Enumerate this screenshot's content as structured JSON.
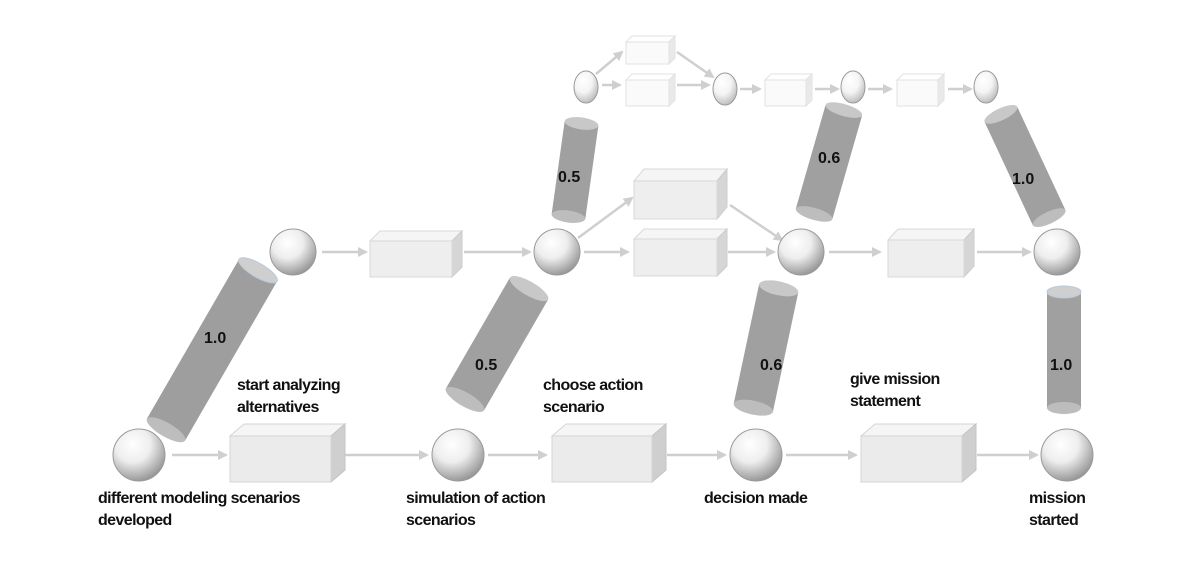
{
  "cylinder_values": [
    "1.0",
    "0.5",
    "0.6",
    "1.0",
    "0.5",
    "0.6",
    "1.0"
  ],
  "labels": {
    "start_analyzing_line1": "start analyzing",
    "start_analyzing_line2": "alternatives",
    "choose_action_line1": "choose action",
    "choose_action_line2": "scenario",
    "give_mission_line1": "give mission",
    "give_mission_line2": "statement",
    "different_modeling_line1": "different modeling scenarios",
    "different_modeling_line2": "developed",
    "simulation_line1": "simulation of action",
    "simulation_line2": "scenarios",
    "decision_made": "decision made",
    "mission_line1": "mission",
    "mission_line2": "started"
  }
}
